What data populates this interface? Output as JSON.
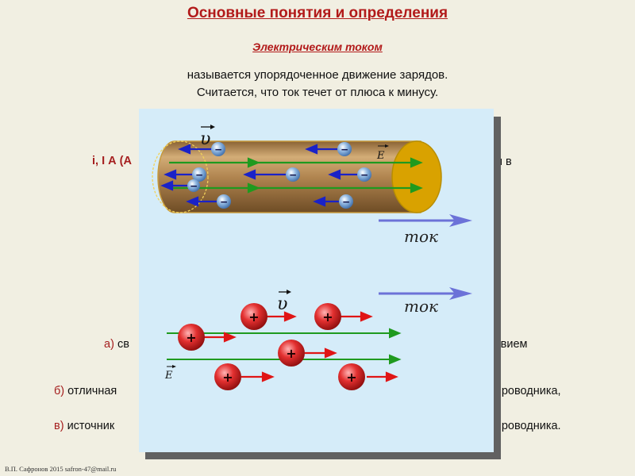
{
  "header": {
    "title": "Основные понятия и определения",
    "subtitle": "Электрическим током"
  },
  "definition": {
    "line1": "называется упорядоченное движение зарядов.",
    "line2": "Считается, что ток течет от плюса к минусу."
  },
  "background_text": {
    "units_fragment_left": "i, I А (",
    "units_fragment_left_cut": "А",
    "units_fragment_right": "сится в",
    "a_marker": "а)",
    "a_left": "св",
    "a_right": "твием",
    "b_marker": "б)",
    "b_left": "отличная",
    "b_right": "проводника,",
    "c_marker": "в)",
    "c_left": "источник",
    "c_right": "проводника."
  },
  "figure": {
    "velocity_symbol": "υ",
    "field_symbol": "E",
    "current_label": "ток",
    "electron_sign": "−",
    "positive_sign": "+",
    "colors": {
      "panel_bg": "#d5ecf9",
      "panel_shadow": "#616161",
      "conductor": "#a87c45",
      "conductor_end": "#d9a200",
      "field_arrow": "#1f9a1f",
      "electron_arrow": "#1a22c8",
      "electron_ball": "#6a9bd1",
      "positive_ball": "#cc1818",
      "positive_arrow": "#e01515",
      "current_arrow": "#6c72d8",
      "title_red": "#b21a1a"
    }
  },
  "footer": {
    "credit": "В.П. Сафронов 2015 safron-47@mail.ru"
  }
}
